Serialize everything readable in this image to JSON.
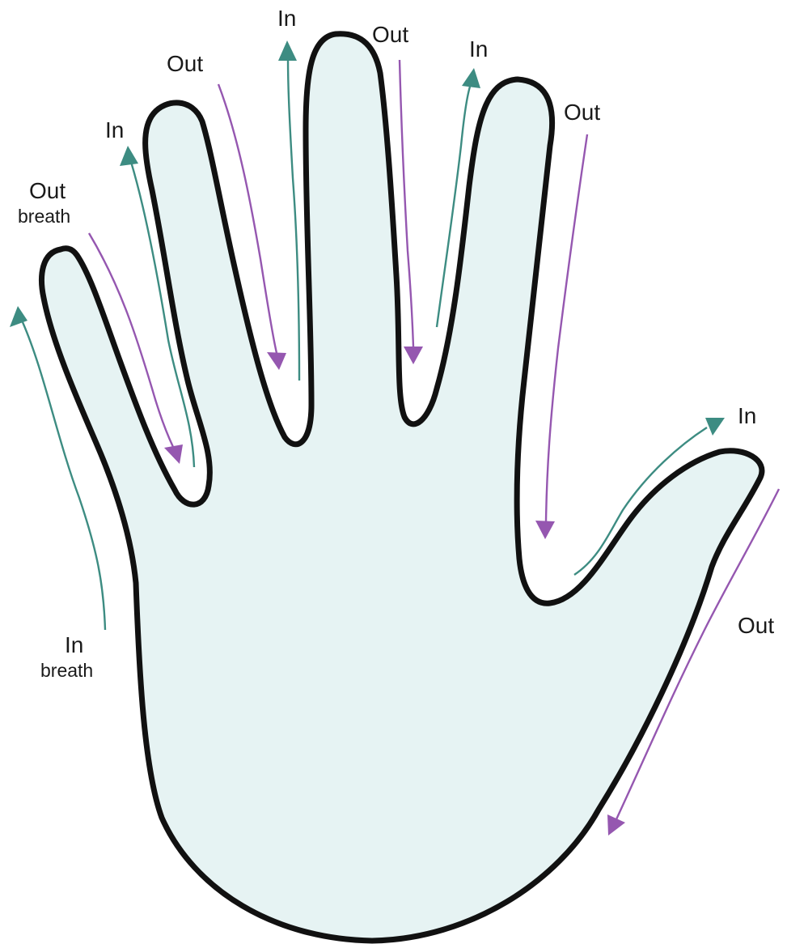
{
  "colors": {
    "in_arrow": "#3d8c82",
    "out_arrow": "#9557b0",
    "hand_fill": "#e6f3f3",
    "hand_outline": "#111111"
  },
  "labels": {
    "in_breath_word": "In",
    "in_breath_sub": "breath",
    "out_breath_word": "Out",
    "out_breath_sub": "breath",
    "index_in": "In",
    "index_out": "Out",
    "middle_in": "In",
    "middle_out": "Out",
    "ring_in": "In",
    "ring_out": "Out",
    "thumb_in": "In",
    "thumb_out": "Out"
  }
}
